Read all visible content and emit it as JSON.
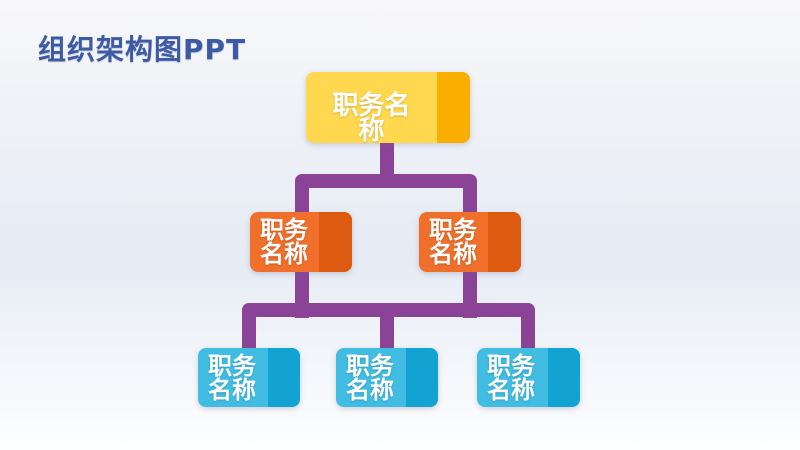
{
  "page": {
    "title": "组织架构图PPT"
  },
  "colors": {
    "title_text": "#3D5BA5",
    "connector": "#8B4398",
    "level1_fill": "#FFD84F",
    "level1_accent": "#F9AE00",
    "level2_fill": "#F0702B",
    "level2_accent": "#DD5B11",
    "level3_fill": "#41BDE4",
    "level3_accent": "#13A3D2",
    "node_text": "#FFFFFF"
  },
  "org_chart": {
    "type": "org-tree",
    "levels": [
      {
        "level": 1,
        "nodes": [
          {
            "label": "职务名称"
          }
        ]
      },
      {
        "level": 2,
        "nodes": [
          {
            "label": "职务名称"
          },
          {
            "label": "职务名称"
          }
        ]
      },
      {
        "level": 3,
        "nodes": [
          {
            "label": "职务名称"
          },
          {
            "label": "职务名称"
          },
          {
            "label": "职务名称"
          }
        ]
      }
    ]
  }
}
